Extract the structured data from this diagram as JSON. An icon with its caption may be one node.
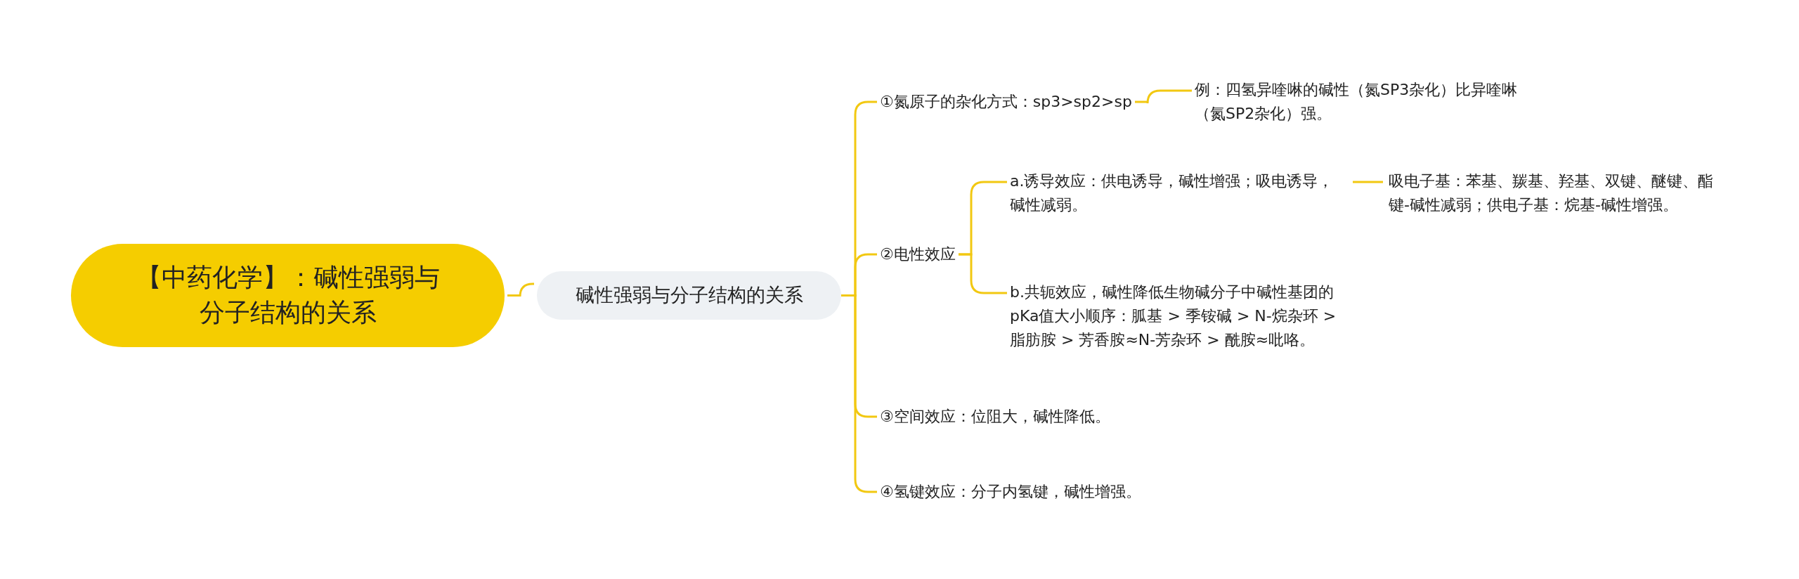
{
  "diagram": {
    "nodes": [
      {
        "text": [
          "【中药化学】：碱性强弱与分子结构的关系"
        ]
      },
      {
        "text": [
          "碱性强弱与分子结构的关系"
        ]
      },
      {
        "text": [
          "①氮原子的杂化方式：sp3>sp2>sp"
        ]
      },
      {
        "text": [
          "例：四氢异喹啉的碱性（氮SP3杂化）比异喹啉（氮SP2杂化）强。"
        ]
      },
      {
        "text": [
          "②电性效应"
        ]
      },
      {
        "text": [
          "a.诱导效应：供电诱导，碱性增强；吸电诱导，碱性减弱。"
        ]
      },
      {
        "text": [
          "吸电子基：苯基、羰基、羟基、双键、醚键、酯键-碱性减弱；供电子基：烷基-碱性增强。"
        ]
      },
      {
        "text": [
          "b.共轭效应，碱性降低生物碱分子中碱性基团的pKa值大小顺序：胍基 > 季铵碱 > N-烷杂环 > 脂肪胺 > 芳香胺≈N-芳杂环 > 酰胺≈吡咯。"
        ]
      },
      {
        "text": [
          "③空间效应：位阻大，碱性降低。"
        ]
      },
      {
        "text": [
          "④氢键效应：分子内氢键，碱性增强。"
        ]
      }
    ],
    "edges": [
      {
        "from": 0,
        "to": 1,
        "arrow": "none"
      },
      {
        "from": 1,
        "to": 2,
        "arrow": "none"
      },
      {
        "from": 1,
        "to": 4,
        "arrow": "none"
      },
      {
        "from": 1,
        "to": 8,
        "arrow": "none"
      },
      {
        "from": 1,
        "to": 9,
        "arrow": "none"
      },
      {
        "from": 2,
        "to": 3,
        "arrow": "none"
      },
      {
        "from": 4,
        "to": 5,
        "arrow": "none"
      },
      {
        "from": 4,
        "to": 7,
        "arrow": "none"
      },
      {
        "from": 5,
        "to": 6,
        "arrow": "none"
      }
    ]
  }
}
